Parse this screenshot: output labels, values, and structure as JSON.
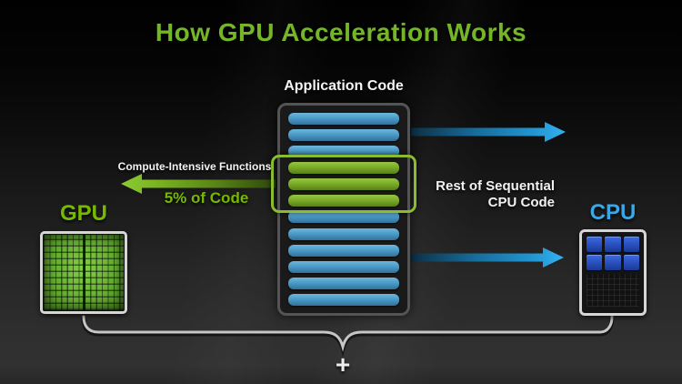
{
  "title": "How GPU Acceleration Works",
  "application_code": {
    "label": "Application Code",
    "bars": [
      "blue",
      "blue",
      "blue",
      "green",
      "green",
      "green",
      "blue",
      "blue",
      "blue",
      "blue",
      "blue",
      "blue"
    ]
  },
  "left_annotation": {
    "title": "Compute-Intensive Functions",
    "subtitle": "5% of Code"
  },
  "right_annotation": {
    "line1": "Rest of Sequential",
    "line2": "CPU Code"
  },
  "gpu": {
    "label": "GPU"
  },
  "cpu": {
    "label": "CPU",
    "core_count": 6
  },
  "plus_sign": "+",
  "icons": {
    "gpu_chip": "green-multicore-grid-chip",
    "cpu_chip": "blue-six-core-chip",
    "left_arrow": "green-arrow-to-gpu",
    "right_arrows": "blue-arrows-to-cpu",
    "bottom_bracket": "curly-brace-joining-gpu-and-cpu"
  },
  "colors": {
    "nvidia_green": "#76b900",
    "bar_blue": "#4a9cc8",
    "bar_green": "#7aad27",
    "cpu_blue": "#38a8e8",
    "highlight_outline": "#8abb31",
    "bracket_gray": "#c6c6c6",
    "background_top": "#010101",
    "background_bottom": "#313131"
  }
}
